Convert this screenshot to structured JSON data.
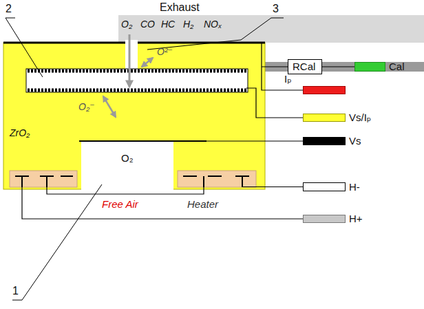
{
  "diagram": {
    "nodes": [
      {
        "text": [
          "RCal"
        ]
      },
      {
        "text": [
          "Cal"
        ]
      },
      {
        "text": [
          "Iₚ"
        ]
      },
      {
        "text": [
          "Vs/Iₚ"
        ]
      },
      {
        "text": [
          "Vs"
        ]
      },
      {
        "text": [
          "H-"
        ]
      },
      {
        "text": [
          "H+"
        ]
      }
    ],
    "edges": [
      {
        "from": 0,
        "to": 1,
        "arrow": "none"
      }
    ],
    "labels": [
      "Exhaust",
      "2",
      "3",
      "1",
      "O₂",
      "CO",
      "HC",
      "H₂",
      "NOₓ",
      "O²⁻",
      "O₂⁻",
      "ZrO₂",
      "O₂",
      "Free Air",
      "Heater"
    ]
  }
}
